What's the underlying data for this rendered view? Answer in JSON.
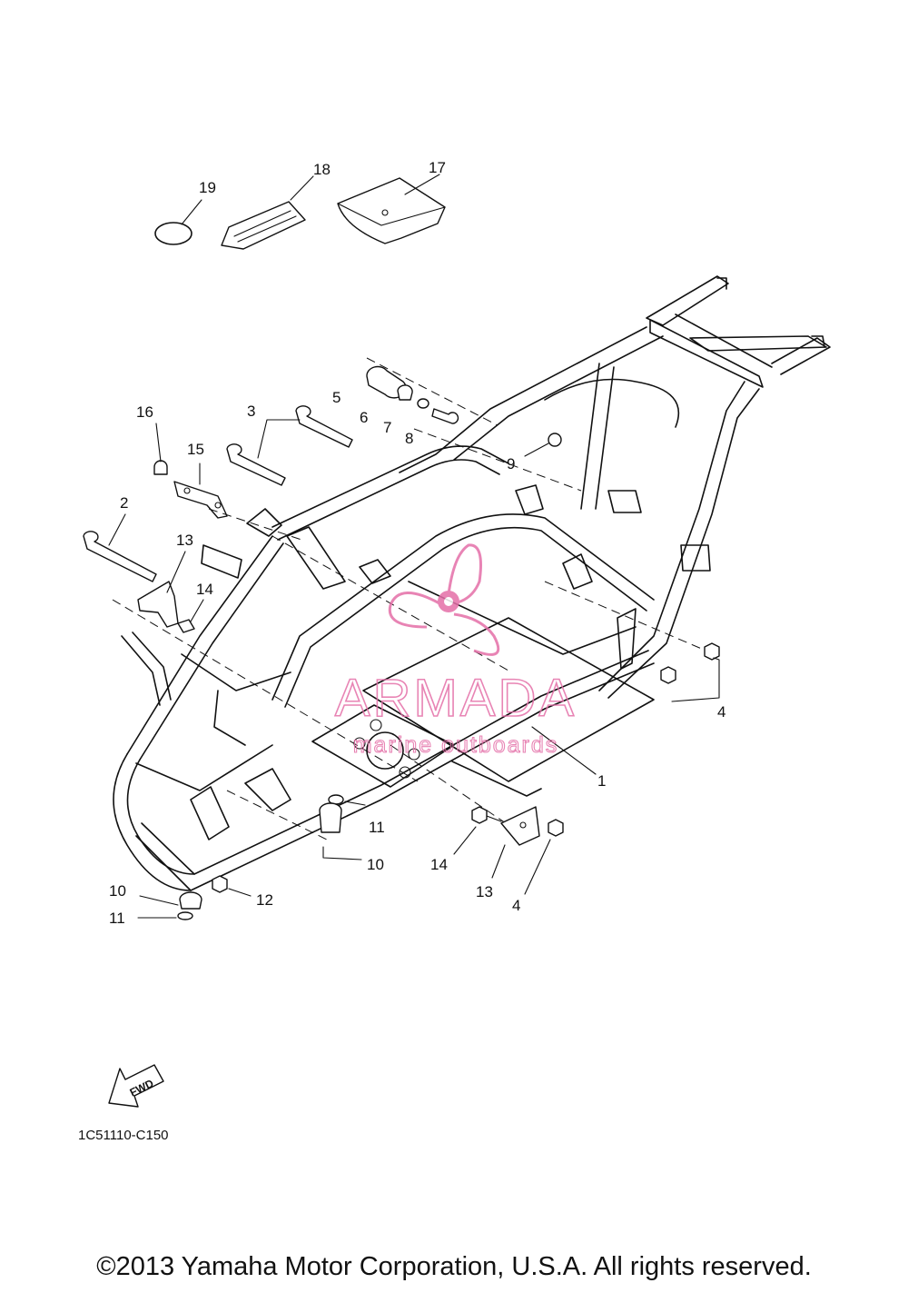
{
  "diagram": {
    "callouts": {
      "c19": "19",
      "c18": "18",
      "c17": "17",
      "c16": "16",
      "c15": "15",
      "c3": "3",
      "c5": "5",
      "c6": "6",
      "c7": "7",
      "c8": "8",
      "c9": "9",
      "c2": "2",
      "c13a": "13",
      "c14a": "14",
      "c4a": "4",
      "c1": "1",
      "c11a": "11",
      "c10a": "10",
      "c14b": "14",
      "c13b": "13",
      "c4b": "4",
      "c10b": "10",
      "c11b": "11",
      "c12": "12"
    },
    "fwd_label": "FWD",
    "drawing_code": "1C51110-C150"
  },
  "watermark": {
    "brand": "ARMADA",
    "tagline": "marine outboards",
    "color": "#e46fa8"
  },
  "footer": {
    "copyright": "©2013 Yamaha Motor Corporation, U.S.A. All rights reserved."
  }
}
